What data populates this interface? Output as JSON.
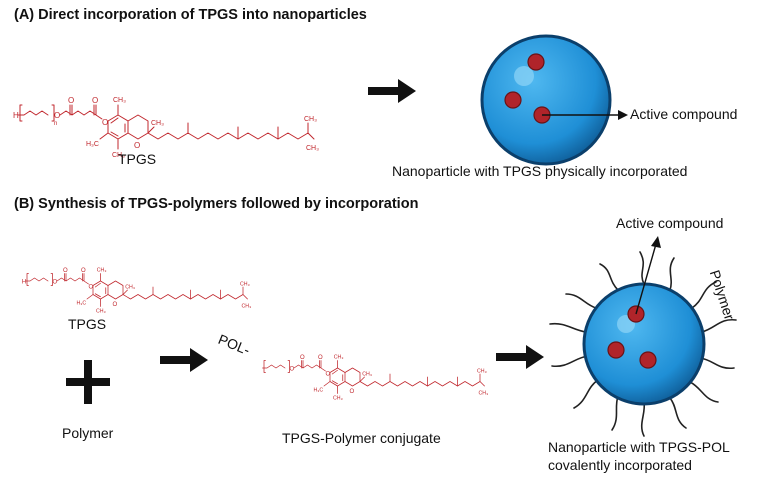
{
  "section_a": {
    "heading": "(A) Direct incorporation of TPGS into nanoparticles",
    "molecule_label": "TPGS",
    "active_compound_label": "Active compound",
    "nanoparticle_caption": "Nanoparticle with TPGS physically incorporated"
  },
  "section_b": {
    "heading": "(B) Synthesis of TPGS-polymers followed by incorporation",
    "molecule_label": "TPGS",
    "polymer_label": "Polymer",
    "pol_prefix": "POL-",
    "conjugate_label": "TPGS-Polymer conjugate",
    "active_compound_label": "Active compound",
    "polymer_chain_label": "Polymer",
    "caption_line1": "Nanoparticle with TPGS-POL",
    "caption_line2": "covalently incorporated"
  },
  "structure_atoms": {
    "h": "H",
    "o": "O",
    "n": "n",
    "ch3": "CH₃",
    "h3c": "H₃C"
  },
  "colors": {
    "structure": "#c0272d",
    "nanoparticle": "#1f8fd6",
    "drug": "#b0242a",
    "arrow": "#111111"
  }
}
